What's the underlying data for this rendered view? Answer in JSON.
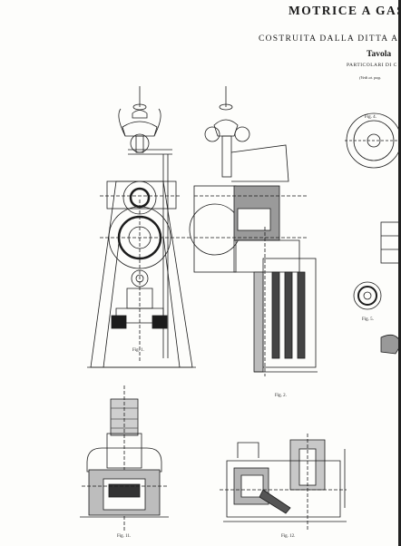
{
  "plate": {
    "title": "MOTRICE A GAS",
    "subtitle": "COSTRUITA DALLA DITTA ALES",
    "tavola": "Tavola",
    "particolari": "PARTICOLARI DI C",
    "vedi": "(Vedi at. pag."
  },
  "figures": {
    "fig1": "Fig. 1.",
    "fig2": "Fig. 2.",
    "fig4": "Fig. 4.",
    "fig5": "Fig. 5.",
    "fig11": "Fig. 11.",
    "fig12": "Fig. 12."
  }
}
